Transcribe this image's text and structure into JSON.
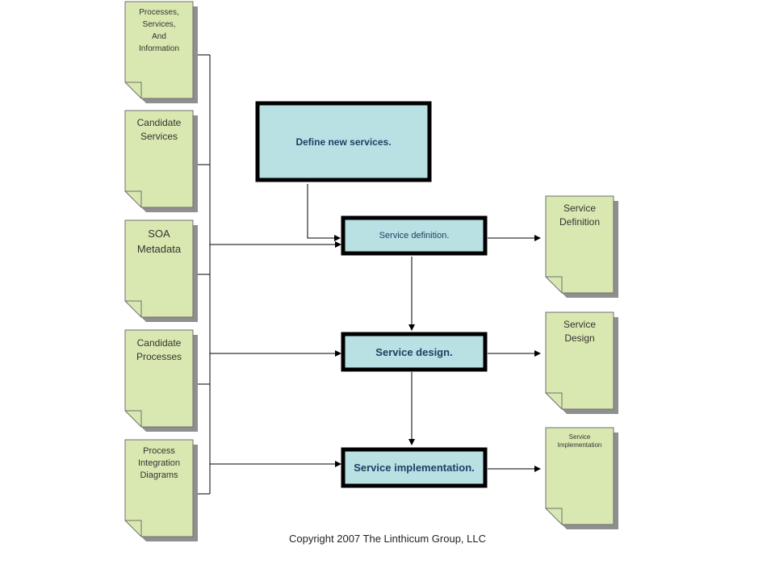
{
  "inputs": [
    {
      "label": "Processes,\nServices,\nAnd\nInformation"
    },
    {
      "label": "Candidate\nServices"
    },
    {
      "label": "SOA\nMetadata"
    },
    {
      "label": "Candidate\nProcesses"
    },
    {
      "label": "Process\nIntegration\nDiagrams"
    }
  ],
  "steps": {
    "define": "Define new services.",
    "definition": "Service definition.",
    "design": "Service design.",
    "implementation": "Service implementation."
  },
  "outputs": [
    {
      "label": "Service\nDefinition"
    },
    {
      "label": "Service\nDesign"
    },
    {
      "label": "Service\nImplementation"
    }
  ],
  "footer": {
    "copyright": "Copyright 2007 The Linthicum Group, LLC"
  },
  "colors": {
    "document_fill": "#d9e8b0",
    "document_shadow": "#8f8f8f",
    "process_fill": "#b9e0e2",
    "process_border": "#000000",
    "connector": "#000000"
  }
}
